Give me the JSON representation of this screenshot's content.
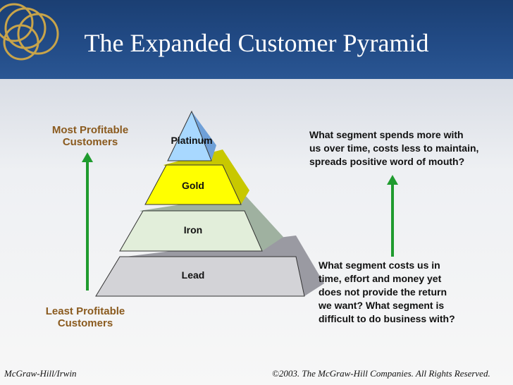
{
  "slide": {
    "title": "The Expanded Customer Pyramid",
    "left_top_label_1": "Most Profitable",
    "left_top_label_2": "Customers",
    "left_bottom_label_1": "Least Profitable",
    "left_bottom_label_2": "Customers",
    "question_top": [
      "What segment spends more with",
      "us over time, costs less to maintain,",
      "spreads positive word of mouth?"
    ],
    "question_bottom": [
      "What segment costs us in",
      "time, effort and money yet",
      "does not provide the return",
      "we want?  What segment is",
      "difficult to do business with?"
    ],
    "footer_left": "McGraw-Hill/Irwin",
    "footer_right": "©2003. The McGraw-Hill Companies. All Rights Reserved."
  },
  "pyramid": {
    "tiers": [
      {
        "label": "Platinum",
        "color": "#a8d8ff"
      },
      {
        "label": "Gold",
        "color": "#ffff00"
      },
      {
        "label": "Iron",
        "color": "#e0ecd6"
      },
      {
        "label": "Lead",
        "color": "#cfcfd3"
      }
    ]
  },
  "colors": {
    "title_band": "#224b86",
    "arrow": "#1f9b2e",
    "label_brown": "#8a5a1e"
  },
  "icons": [
    "decorative-rings-icon",
    "up-arrow-icon"
  ]
}
